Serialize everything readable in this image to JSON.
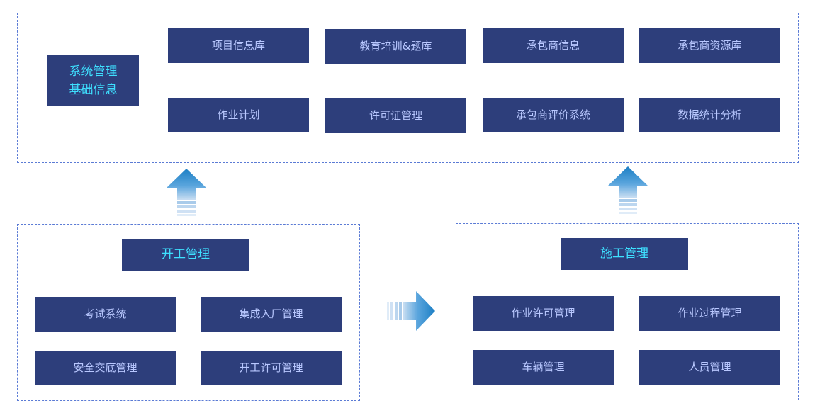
{
  "top_panel": {
    "system_box": {
      "line1": "系统管理",
      "line2": "基础信息"
    },
    "modules": [
      "项目信息库",
      "教育培训&题库",
      "承包商信息",
      "承包商资源库",
      "作业计划",
      "许可证管理",
      "承包商评价系统",
      "数据统计分析"
    ]
  },
  "left_panel": {
    "title": "开工管理",
    "modules": [
      "考试系统",
      "集成入厂管理",
      "安全交底管理",
      "开工许可管理"
    ]
  },
  "right_panel": {
    "title": "施工管理",
    "modules": [
      "作业许可管理",
      "作业过程管理",
      "车辆管理",
      "人员管理"
    ]
  },
  "colors": {
    "box_bg": "#2d3e7b",
    "box_text": "#b9c8ff",
    "title_text": "#3ee0ff",
    "border": "#5b7bd5",
    "arrow": "#1c7fc4"
  }
}
